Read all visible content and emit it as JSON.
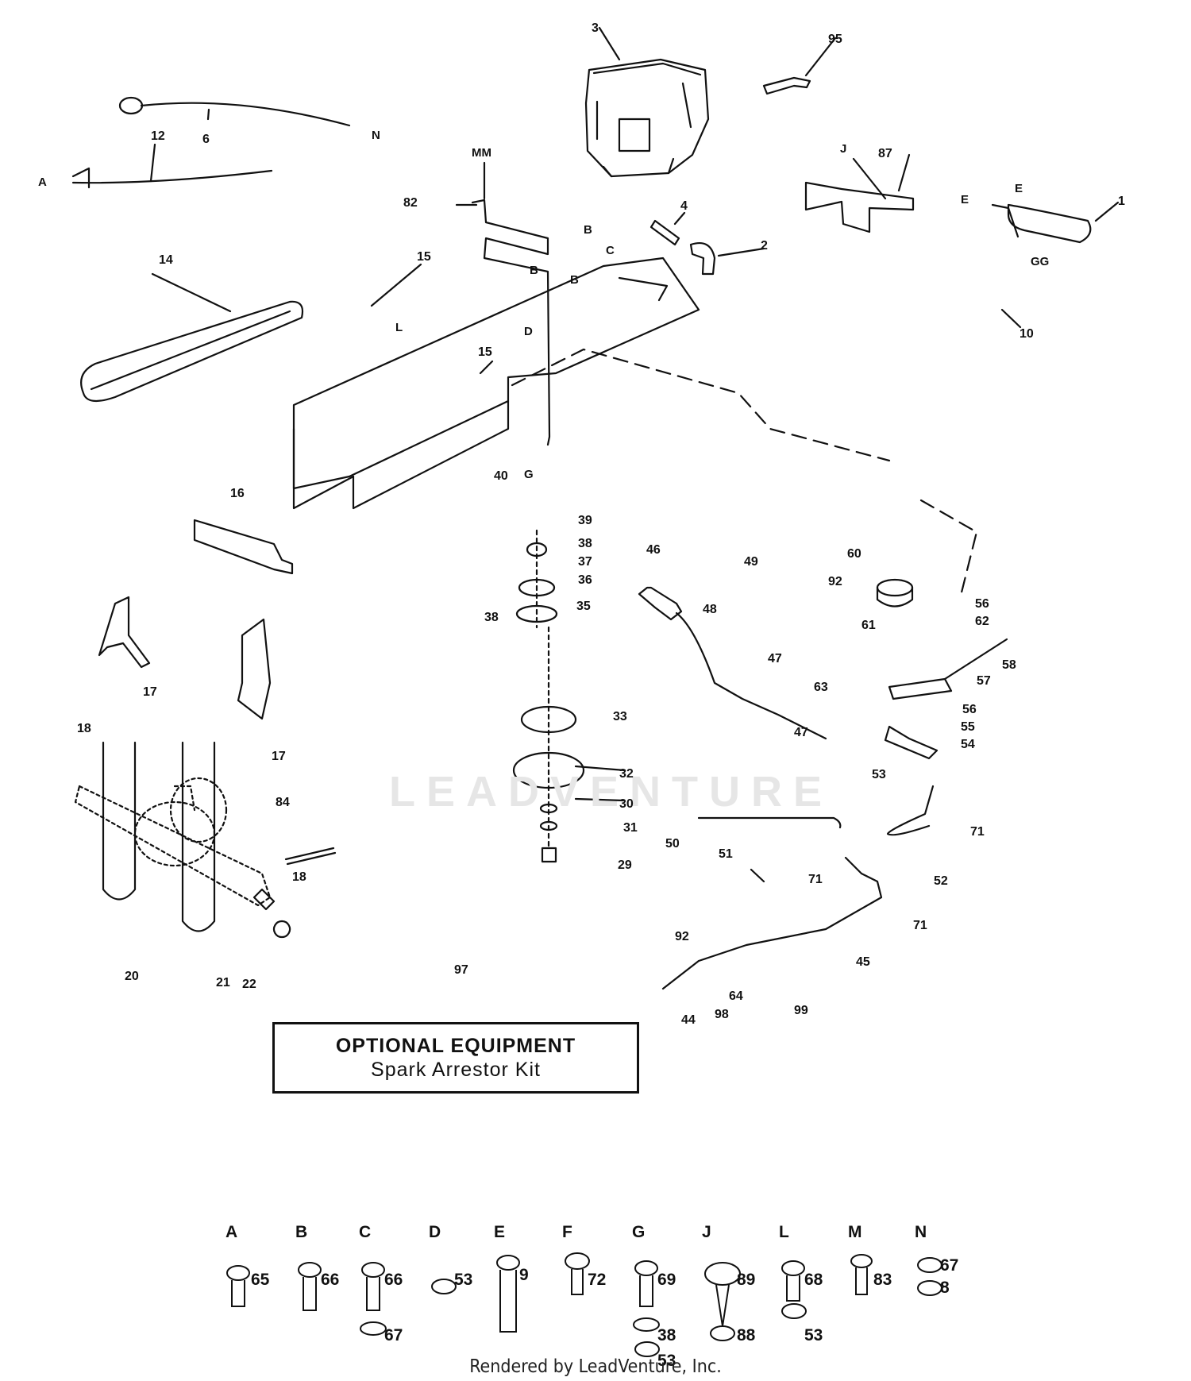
{
  "parts": [
    {
      "id": "p3",
      "label": "3"
    },
    {
      "id": "p95",
      "label": "95"
    },
    {
      "id": "p6",
      "label": "6"
    },
    {
      "id": "pN",
      "label": "N"
    },
    {
      "id": "p12",
      "label": "12"
    },
    {
      "id": "pA",
      "label": "A"
    },
    {
      "id": "pMM",
      "label": "MM"
    },
    {
      "id": "p82",
      "label": "82"
    },
    {
      "id": "pJ",
      "label": "J"
    },
    {
      "id": "p87",
      "label": "87"
    },
    {
      "id": "pE1",
      "label": "E"
    },
    {
      "id": "pE2",
      "label": "E"
    },
    {
      "id": "p1",
      "label": "1"
    },
    {
      "id": "pGG",
      "label": "GG"
    },
    {
      "id": "p4",
      "label": "4"
    },
    {
      "id": "p2",
      "label": "2"
    },
    {
      "id": "pB1",
      "label": "B"
    },
    {
      "id": "pC",
      "label": "C"
    },
    {
      "id": "p15a",
      "label": "15"
    },
    {
      "id": "p14",
      "label": "14"
    },
    {
      "id": "pB2",
      "label": "B"
    },
    {
      "id": "pB3",
      "label": "B"
    },
    {
      "id": "pL1",
      "label": "L"
    },
    {
      "id": "pD1",
      "label": "D"
    },
    {
      "id": "p15b",
      "label": "15"
    },
    {
      "id": "p10",
      "label": "10"
    },
    {
      "id": "p40",
      "label": "40"
    },
    {
      "id": "pG",
      "label": "G"
    },
    {
      "id": "p16",
      "label": "16"
    },
    {
      "id": "p39",
      "label": "39"
    },
    {
      "id": "p38a",
      "label": "38"
    },
    {
      "id": "p37",
      "label": "37"
    },
    {
      "id": "p36",
      "label": "36"
    },
    {
      "id": "p35",
      "label": "35"
    },
    {
      "id": "p38b",
      "label": "38"
    },
    {
      "id": "p46",
      "label": "46"
    },
    {
      "id": "p48",
      "label": "48"
    },
    {
      "id": "p49",
      "label": "49"
    },
    {
      "id": "p60",
      "label": "60"
    },
    {
      "id": "p92a",
      "label": "92"
    },
    {
      "id": "p61",
      "label": "61"
    },
    {
      "id": "p56a",
      "label": "56"
    },
    {
      "id": "p62",
      "label": "62"
    },
    {
      "id": "p58",
      "label": "58"
    },
    {
      "id": "p57",
      "label": "57"
    },
    {
      "id": "p56b",
      "label": "56"
    },
    {
      "id": "p55",
      "label": "55"
    },
    {
      "id": "p54",
      "label": "54"
    },
    {
      "id": "p53",
      "label": "53"
    },
    {
      "id": "p47a",
      "label": "47"
    },
    {
      "id": "p63",
      "label": "63"
    },
    {
      "id": "p47b",
      "label": "47"
    },
    {
      "id": "p17a",
      "label": "17"
    },
    {
      "id": "p17b",
      "label": "17"
    },
    {
      "id": "p33",
      "label": "33"
    },
    {
      "id": "p32",
      "label": "32"
    },
    {
      "id": "p30",
      "label": "30"
    },
    {
      "id": "p31",
      "label": "31"
    },
    {
      "id": "p29",
      "label": "29"
    },
    {
      "id": "p18a",
      "label": "18"
    },
    {
      "id": "p84",
      "label": "84"
    },
    {
      "id": "p18b",
      "label": "18"
    },
    {
      "id": "p50",
      "label": "50"
    },
    {
      "id": "p51",
      "label": "51"
    },
    {
      "id": "p71a",
      "label": "71"
    },
    {
      "id": "p52",
      "label": "52"
    },
    {
      "id": "p71b",
      "label": "71"
    },
    {
      "id": "p71c",
      "label": "71"
    },
    {
      "id": "p45",
      "label": "45"
    },
    {
      "id": "p20",
      "label": "20"
    },
    {
      "id": "p21",
      "label": "21"
    },
    {
      "id": "p22",
      "label": "22"
    },
    {
      "id": "p97",
      "label": "97"
    },
    {
      "id": "p92b",
      "label": "92"
    },
    {
      "id": "p64",
      "label": "64"
    },
    {
      "id": "p99",
      "label": "99"
    },
    {
      "id": "p44",
      "label": "44"
    },
    {
      "id": "p98",
      "label": "98"
    }
  ],
  "optional_equipment": {
    "title": "OPTIONAL EQUIPMENT",
    "subtitle": "Spark Arrestor Kit"
  },
  "hardware_key": [
    {
      "letter": "A",
      "parts": [
        "65"
      ]
    },
    {
      "letter": "B",
      "parts": [
        "66"
      ]
    },
    {
      "letter": "C",
      "parts": [
        "66",
        "67"
      ]
    },
    {
      "letter": "D",
      "parts": [
        "53"
      ]
    },
    {
      "letter": "E",
      "parts": [
        "9"
      ]
    },
    {
      "letter": "F",
      "parts": [
        "72"
      ]
    },
    {
      "letter": "G",
      "parts": [
        "69",
        "38",
        "53"
      ]
    },
    {
      "letter": "J",
      "parts": [
        "89",
        "88"
      ]
    },
    {
      "letter": "L",
      "parts": [
        "68",
        "53"
      ]
    },
    {
      "letter": "M",
      "parts": [
        "83"
      ]
    },
    {
      "letter": "N",
      "parts": [
        "67",
        "8"
      ]
    }
  ],
  "watermark": "LEADVENTURE",
  "footer": "Rendered by LeadVenture, Inc."
}
